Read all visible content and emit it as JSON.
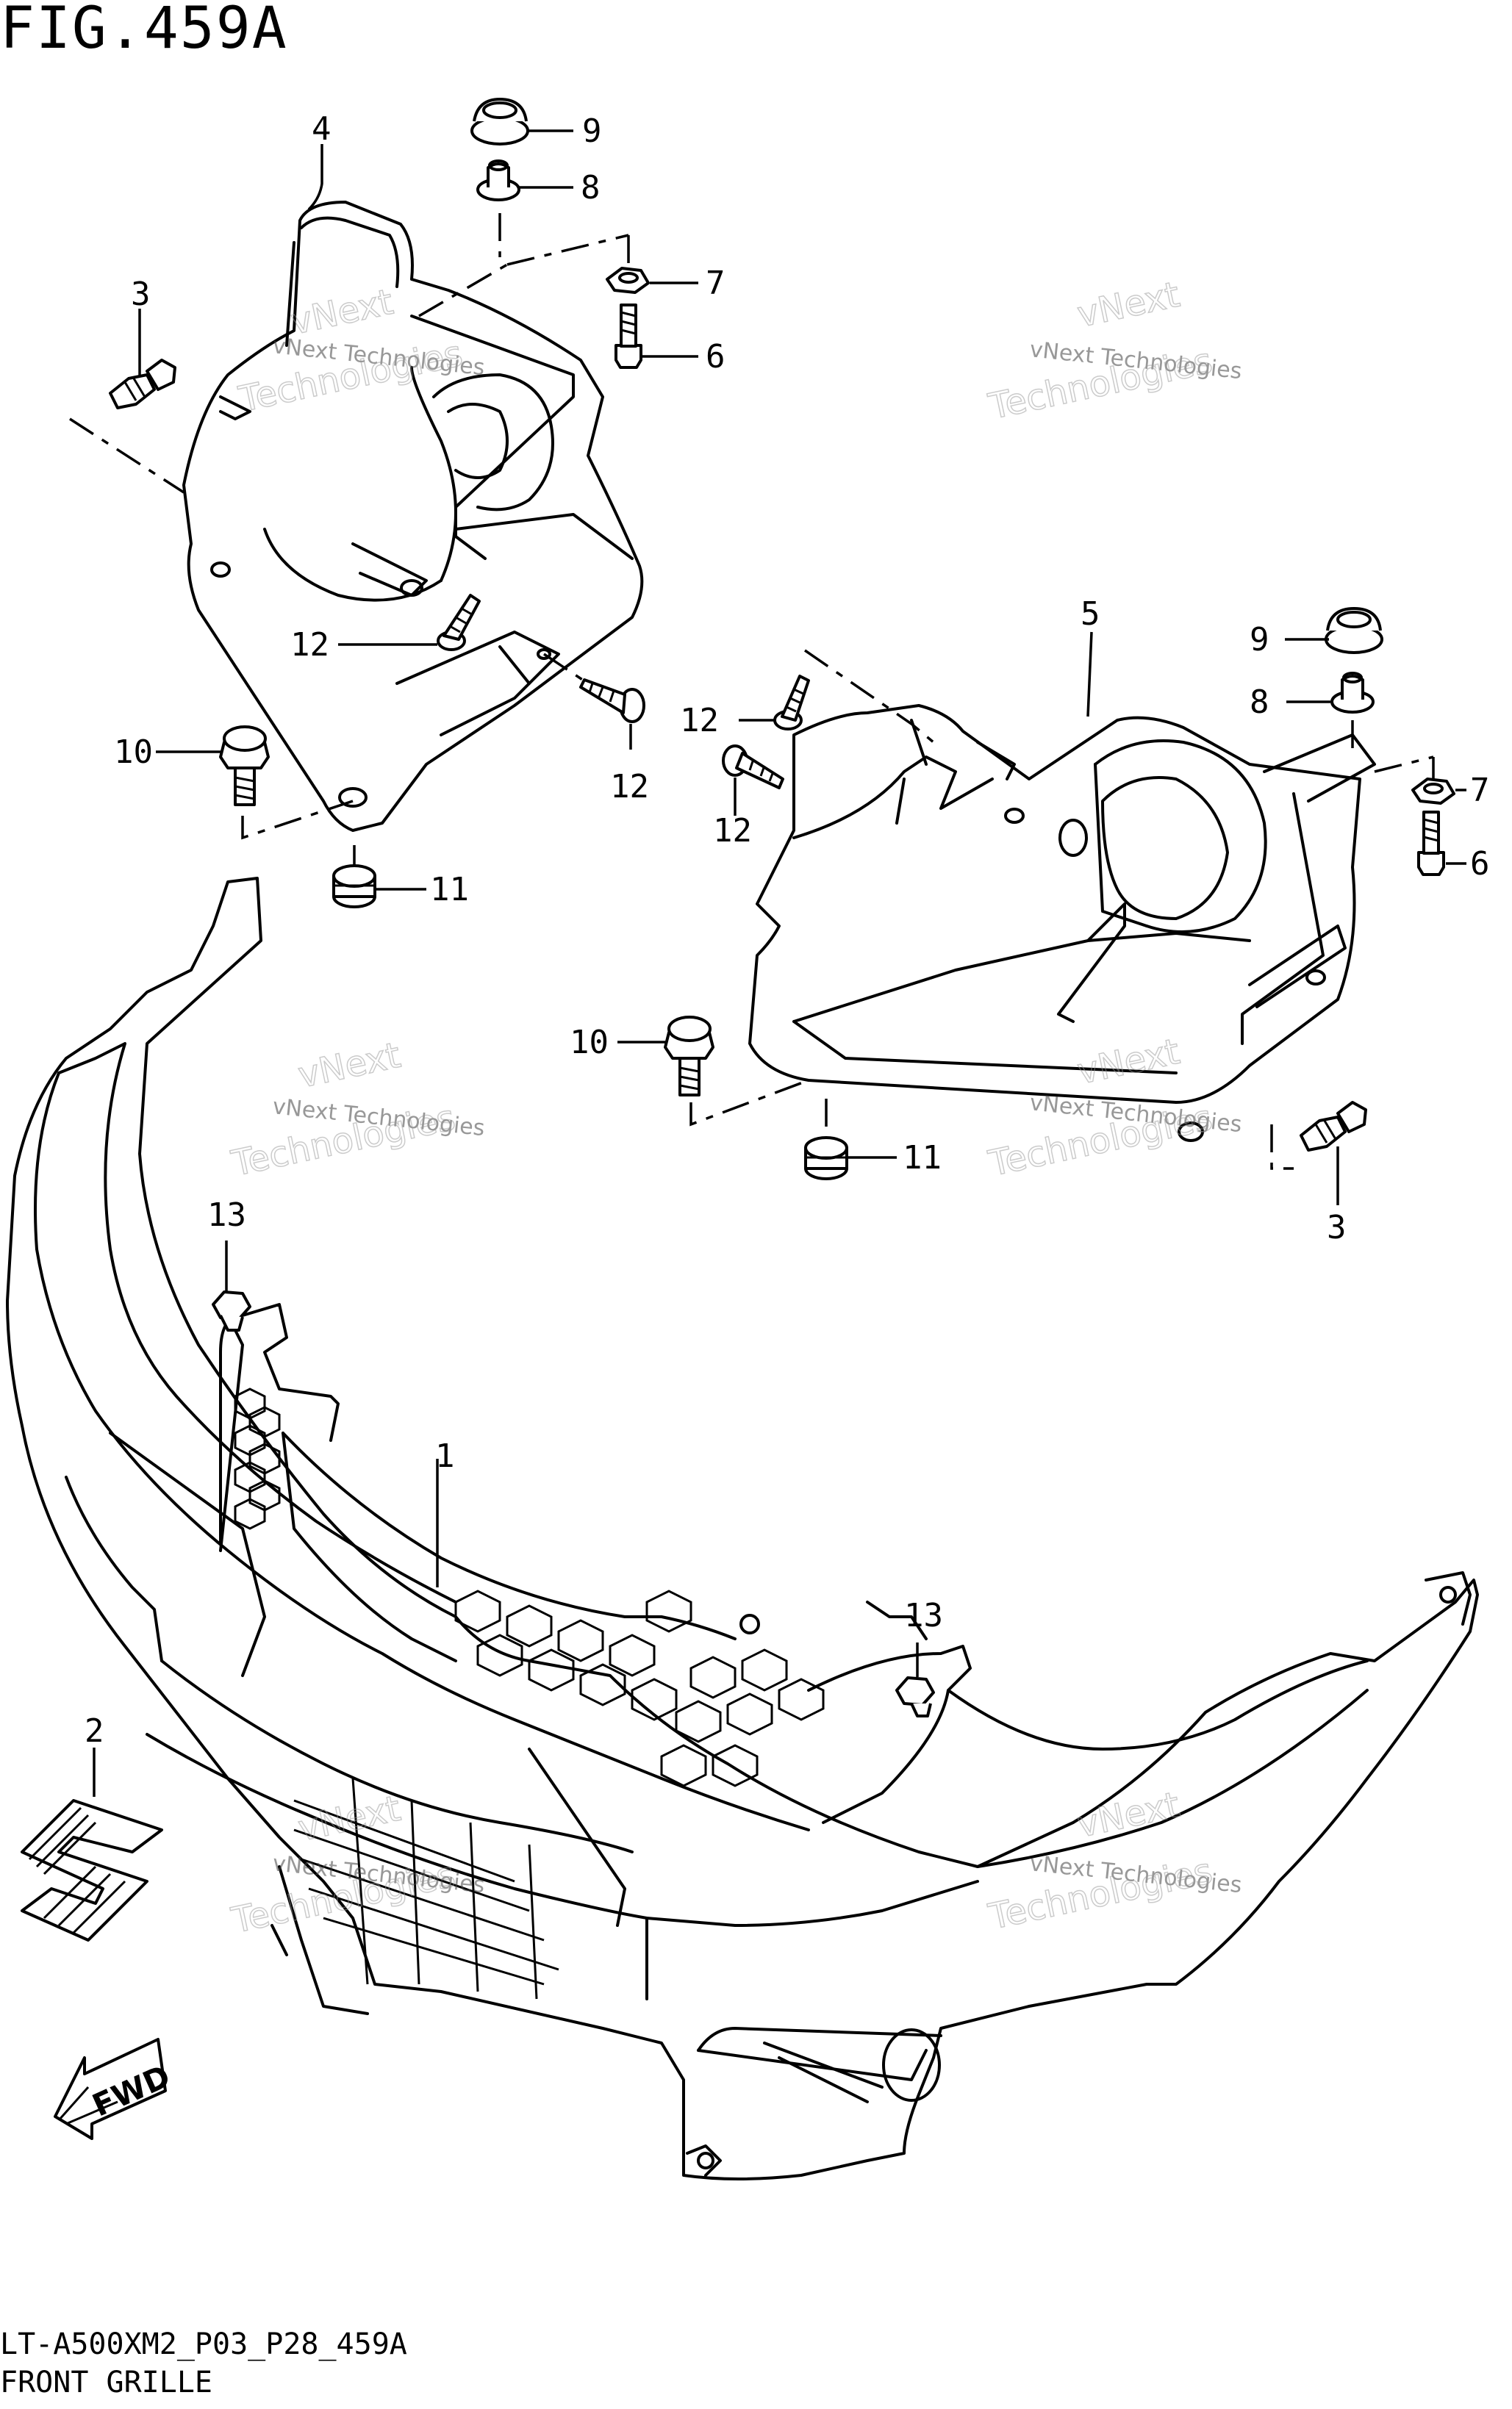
{
  "figure": {
    "title": "FIG.459A",
    "reference_code": "LT-A500XM2_P03_P28_459A",
    "caption": "FRONT GRILLE"
  },
  "callouts": [
    "1",
    "2",
    "3",
    "3",
    "4",
    "5",
    "6",
    "6",
    "7",
    "7",
    "8",
    "8",
    "9",
    "9",
    "10",
    "10",
    "11",
    "11",
    "12",
    "12",
    "12",
    "12",
    "13",
    "13"
  ],
  "watermark": {
    "line1": "vNext Technologies",
    "line2": "vNext",
    "line3": "Technologies"
  },
  "fwd_label": "FWD"
}
